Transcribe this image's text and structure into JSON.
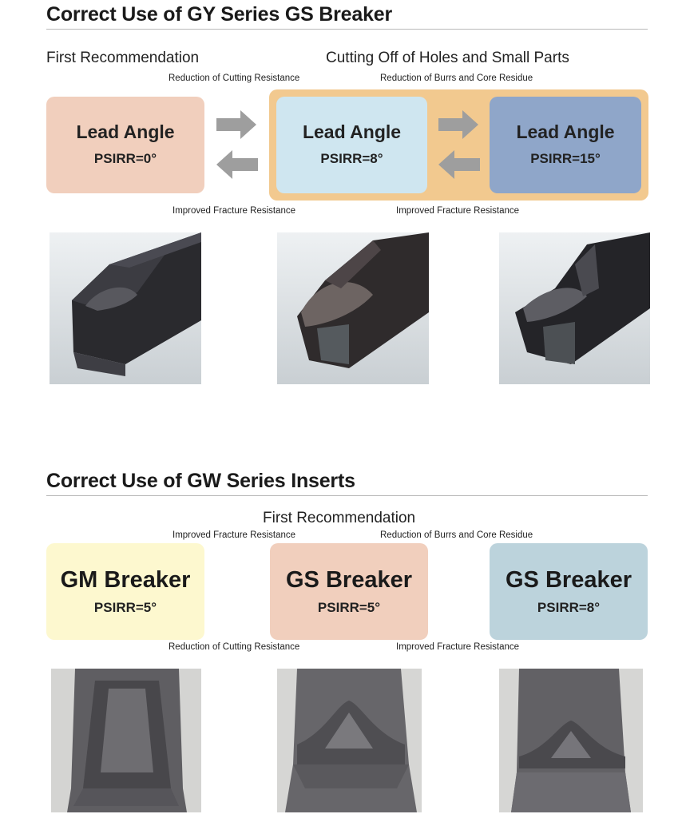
{
  "gy_section": {
    "title": "Correct Use of GY Series GS Breaker",
    "first_recommendation": "First Recommendation",
    "cutting_off_title": "Cutting Off of Holes and Small Parts",
    "top_note_left": "Reduction of Cutting Resistance",
    "top_note_right": "Reduction of Burrs and Core Residue",
    "bottom_note_left": "Improved Fracture Resistance",
    "bottom_note_right": "Improved Fracture Resistance",
    "boxes": [
      {
        "label": "Lead Angle",
        "value": "PSIRR=0°",
        "color": "#f1cfbd"
      },
      {
        "label": "Lead Angle",
        "value": "PSIRR=8°",
        "color": "#cfe6f0"
      },
      {
        "label": "Lead Angle",
        "value": "PSIRR=15°",
        "color": "#8fa6c9"
      }
    ],
    "group_highlight_color": "#f2c98f"
  },
  "gw_section": {
    "title": "Correct Use of GW Series Inserts",
    "first_recommendation": "First Recommendation",
    "top_note_left": "Improved Fracture Resistance",
    "top_note_right": "Reduction of Burrs and Core Residue",
    "bottom_note_left": "Reduction of Cutting Resistance",
    "bottom_note_right": "Improved Fracture Resistance",
    "boxes": [
      {
        "code": "GM",
        "word": "Breaker",
        "value": "PSIRR=5°",
        "color": "#fdf8cf"
      },
      {
        "code": "GS",
        "word": "Breaker",
        "value": "PSIRR=5°",
        "color": "#f1cfbd"
      },
      {
        "code": "GS",
        "word": "Breaker",
        "value": "PSIRR=8°",
        "color": "#bcd3dc"
      }
    ]
  }
}
